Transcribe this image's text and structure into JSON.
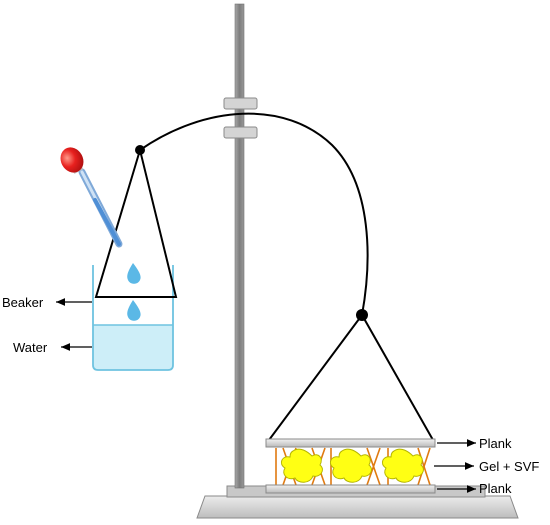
{
  "labels": {
    "beaker": "Beaker",
    "water": "Water",
    "plank_top": "Plank",
    "gel_svf": "Gel + SVF",
    "plank_bottom": "Plank"
  },
  "colors": {
    "stand_pole": "#8f8f8f",
    "stand_base": "#d9d9d9",
    "clamp": "#d0d0d0",
    "water": "#cdeef8",
    "water_edge": "#6ec3e0",
    "drop": "#5bb8e6",
    "bulb": "#e8201e",
    "pipette_tube": "#9fc3e8",
    "gel_blob": "#ffff14",
    "spring": "#e07a10",
    "plank": "#d6d6d6",
    "line": "#000000"
  }
}
